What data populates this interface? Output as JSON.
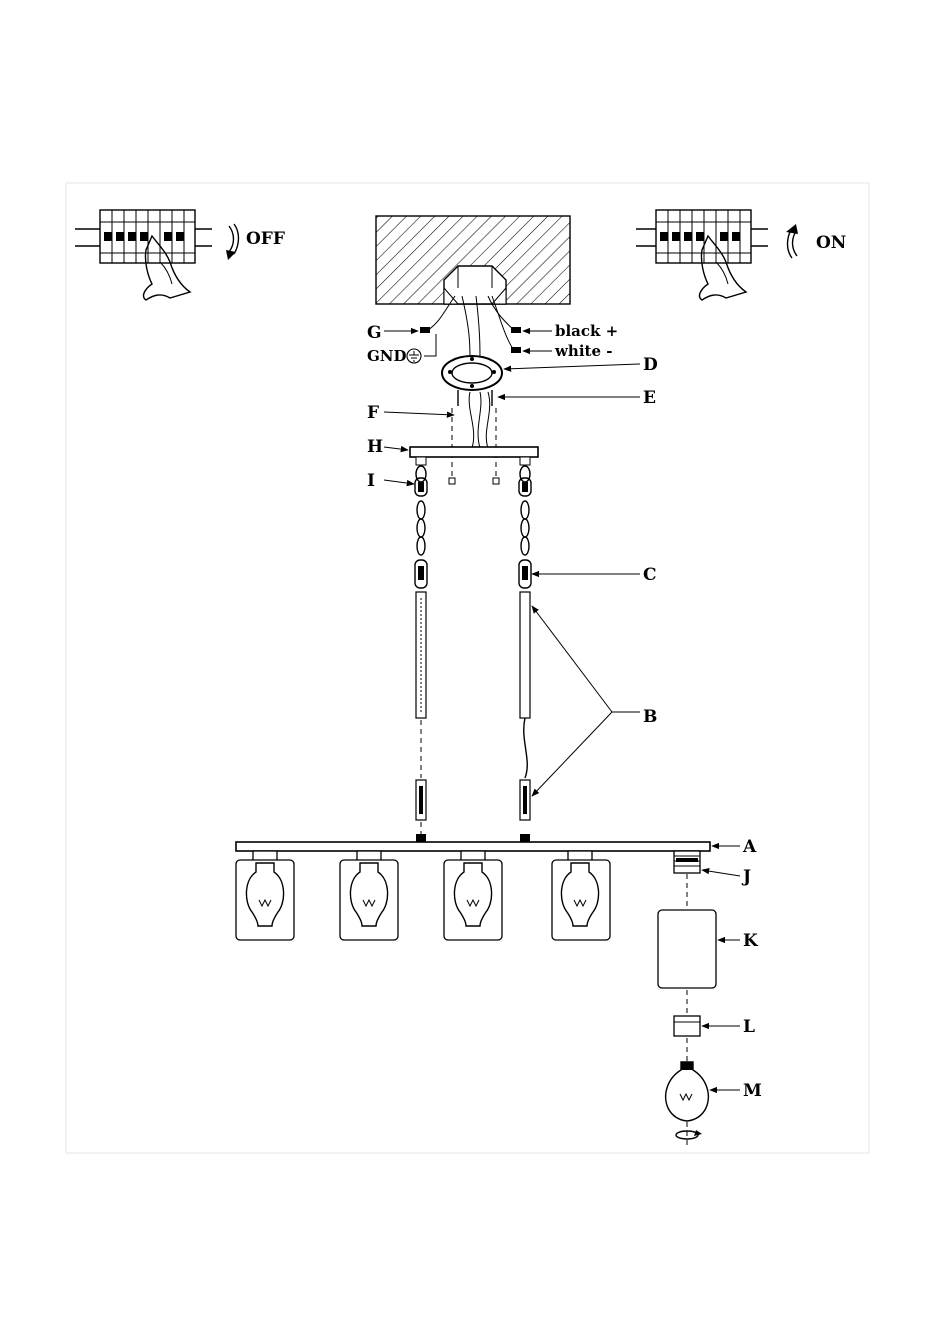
{
  "breaker_off": {
    "label": "OFF"
  },
  "breaker_on": {
    "label": "ON"
  },
  "callouts": {
    "A": "A",
    "B": "B",
    "C": "C",
    "D": "D",
    "E": "E",
    "F": "F",
    "G": "G",
    "H": "H",
    "I": "I",
    "J": "J",
    "K": "K",
    "L": "L",
    "M": "M"
  },
  "wires": {
    "ground": "GND",
    "black": "black +",
    "white": "white -"
  },
  "colors": {
    "line": "#000000",
    "background": "#ffffff",
    "frame": "#e8e8e8"
  }
}
